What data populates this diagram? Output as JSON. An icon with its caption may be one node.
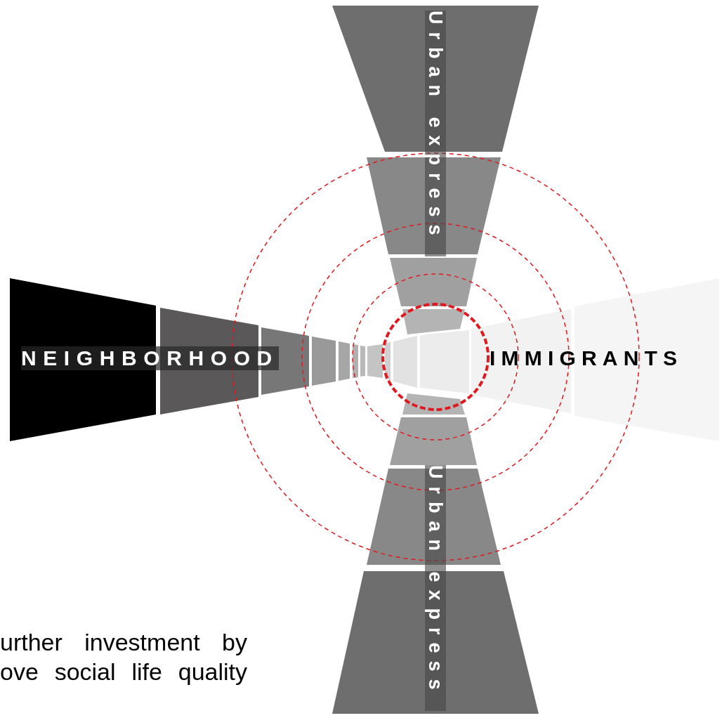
{
  "diagram": {
    "labels": [
      "Urban express",
      "NEIGHBORHOOD",
      "IMMIGRANTS",
      "Urban express",
      "urther investment by ove social life quality"
    ]
  }
}
